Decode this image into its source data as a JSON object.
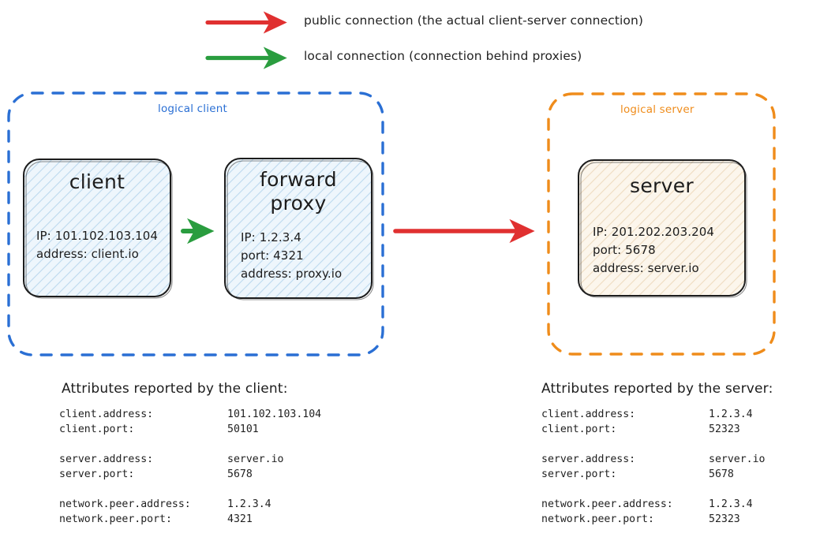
{
  "legend": {
    "items": [
      {
        "icon": "red-arrow-icon",
        "color": "#e03030",
        "label": "public connection (the actual client-server connection)"
      },
      {
        "icon": "green-arrow-icon",
        "color": "#2a9d3f",
        "label": "local connection (connection behind proxies)"
      }
    ]
  },
  "colors": {
    "public_arrow": "#e03030",
    "local_arrow": "#2a9d3f",
    "client_container": "#2a6fd4",
    "server_container": "#ef8c1b",
    "client_box_fill": "#eaf4fb",
    "server_box_fill": "#fbf2e4",
    "box_stroke": "#1c1c1c"
  },
  "containers": {
    "client": {
      "label": "logical client"
    },
    "server": {
      "label": "logical server"
    }
  },
  "nodes": {
    "client": {
      "title": "client",
      "lines": [
        "IP: 101.102.103.104",
        "address: client.io"
      ]
    },
    "forward_proxy": {
      "title": "forward\nproxy",
      "lines": [
        "IP: 1.2.3.4",
        "port: 4321",
        "address: proxy.io"
      ]
    },
    "server": {
      "title": "server",
      "lines": [
        "IP: 201.202.203.204",
        "port: 5678",
        "address: server.io"
      ]
    }
  },
  "attributes": {
    "client": {
      "heading": "Attributes reported by the client:",
      "groups": [
        [
          {
            "key": "client.address:",
            "value": "101.102.103.104"
          },
          {
            "key": "client.port:",
            "value": "50101"
          }
        ],
        [
          {
            "key": "server.address:",
            "value": "server.io"
          },
          {
            "key": "server.port:",
            "value": "5678"
          }
        ],
        [
          {
            "key": "network.peer.address:",
            "value": "1.2.3.4"
          },
          {
            "key": "network.peer.port:",
            "value": "4321"
          }
        ]
      ]
    },
    "server": {
      "heading": "Attributes reported by the server:",
      "groups": [
        [
          {
            "key": "client.address:",
            "value": "1.2.3.4"
          },
          {
            "key": "client.port:",
            "value": "52323"
          }
        ],
        [
          {
            "key": "server.address:",
            "value": "server.io"
          },
          {
            "key": "server.port:",
            "value": "5678"
          }
        ],
        [
          {
            "key": "network.peer.address:",
            "value": "1.2.3.4"
          },
          {
            "key": "network.peer.port:",
            "value": "52323"
          }
        ]
      ]
    }
  }
}
